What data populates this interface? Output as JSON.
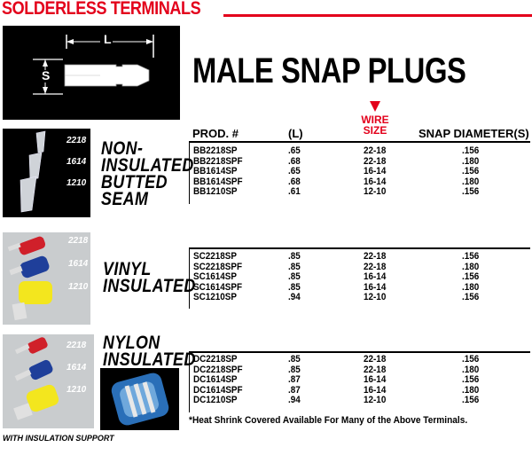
{
  "header": {
    "title": "SOLDERLESS TERMINALS",
    "accent_color": "#e3001b"
  },
  "diagram": {
    "length_label": "L",
    "size_label": "S"
  },
  "main_title": "MALE SNAP PLUGS",
  "columns": {
    "prod": "PROD. #",
    "length": "(L)",
    "wire_line1": "WIRE",
    "wire_line2": "SIZE",
    "snap": "SNAP DIAMETER(S)"
  },
  "groups": [
    {
      "label_lines": [
        "NON-",
        "INSULATED",
        "BUTTED",
        "SEAM"
      ],
      "gauges": [
        "2218",
        "1614",
        "1210"
      ],
      "rows": [
        {
          "prod": "BB2218SP",
          "length": ".65",
          "wire": "22-18",
          "snap": ".156"
        },
        {
          "prod": "BB2218SPF",
          "length": ".68",
          "wire": "22-18",
          "snap": ".180"
        },
        {
          "prod": "BB1614SP",
          "length": ".65",
          "wire": "16-14",
          "snap": ".156"
        },
        {
          "prod": "BB1614SPF",
          "length": ".68",
          "wire": "16-14",
          "snap": ".180"
        },
        {
          "prod": "BB1210SP",
          "length": ".61",
          "wire": "12-10",
          "snap": ".156"
        }
      ]
    },
    {
      "label_lines": [
        "VINYL",
        "INSULATED"
      ],
      "gauges": [
        "2218",
        "1614",
        "1210"
      ],
      "rows": [
        {
          "prod": "SC2218SP",
          "length": ".85",
          "wire": "22-18",
          "snap": ".156"
        },
        {
          "prod": "SC2218SPF",
          "length": ".85",
          "wire": "22-18",
          "snap": ".180"
        },
        {
          "prod": "SC1614SP",
          "length": ".85",
          "wire": "16-14",
          "snap": ".156"
        },
        {
          "prod": "SC1614SPF",
          "length": ".85",
          "wire": "16-14",
          "snap": ".180"
        },
        {
          "prod": "SC1210SP",
          "length": ".94",
          "wire": "12-10",
          "snap": ".156"
        }
      ]
    },
    {
      "label_lines": [
        "NYLON",
        "INSULATED"
      ],
      "gauges": [
        "2218",
        "1614",
        "1210"
      ],
      "rows": [
        {
          "prod": "DC2218SP",
          "length": ".85",
          "wire": "22-18",
          "snap": ".156"
        },
        {
          "prod": "DC2218SPF",
          "length": ".85",
          "wire": "22-18",
          "snap": ".180"
        },
        {
          "prod": "DC1614SP",
          "length": ".87",
          "wire": "16-14",
          "snap": ".156"
        },
        {
          "prod": "DC1614SPF",
          "length": ".87",
          "wire": "16-14",
          "snap": ".180"
        },
        {
          "prod": "DC1210SP",
          "length": ".94",
          "wire": "12-10",
          "snap": ".156"
        }
      ]
    }
  ],
  "footnote": "*Heat Shrink Covered Available For Many of the Above Terminals.",
  "support_note": "WITH INSULATION SUPPORT"
}
